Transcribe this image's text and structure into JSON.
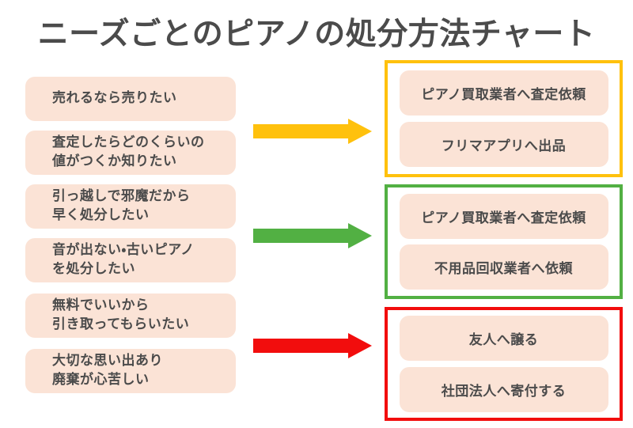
{
  "title": "ニーズごとのピアノの処分方法チャート",
  "needs": [
    {
      "label": "売れるなら売りたい"
    },
    {
      "label": "査定したらどのくらいの\n値がつくか知りたい"
    },
    {
      "label": "引っ越しで邪魔だから\n早く処分したい"
    },
    {
      "label": "音が出ない・古いピアノ\nを処分したい"
    },
    {
      "label": "無料でいいから\n引き取ってもらいたい"
    },
    {
      "label": "大切な思い出あり\n廃棄が心苦しい"
    }
  ],
  "groups": [
    {
      "name": "sell",
      "border_color": "#ffc10d",
      "arrow_color": "#ffc10d",
      "items": [
        "ピアノ買取業者へ査定依頼",
        "フリマアプリへ出品"
      ]
    },
    {
      "name": "dispose",
      "border_color": "#52b043",
      "arrow_color": "#52b043",
      "items": [
        "ピアノ買取業者へ査定依頼",
        "不用品回収業者へ依頼"
      ]
    },
    {
      "name": "give",
      "border_color": "#f20d0d",
      "arrow_color": "#f20d0d",
      "items": [
        "友人へ譲る",
        "社団法人へ寄付する"
      ]
    }
  ],
  "colors": {
    "background": "#ffffff",
    "box_fill": "#fbe3d6",
    "text": "#4b4b4b",
    "yellow": "#ffc10d",
    "green": "#52b043",
    "red": "#f20d0d"
  }
}
